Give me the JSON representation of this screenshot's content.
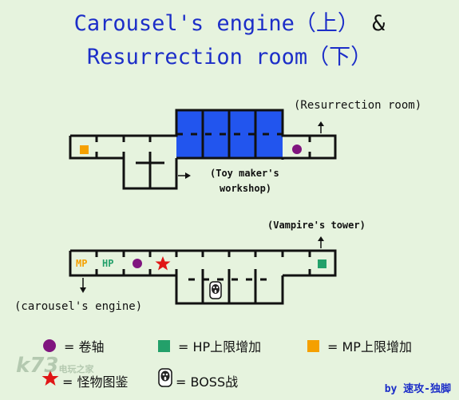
{
  "title": {
    "line1": "Carousel's engine（上）",
    "amp": "&",
    "line2": "Resurrection room（下）"
  },
  "map_top": {
    "label_resurrection": "(Resurrection room)",
    "label_toymaker_1": "(Toy maker's",
    "label_toymaker_2": "workshop)",
    "highlight_color": "#2255ee"
  },
  "map_bottom": {
    "label_vampire": "(Vampire's tower)",
    "label_carousel": "(carousel's engine)",
    "mp_text": "MP",
    "hp_text": "HP"
  },
  "legend": {
    "scroll": "= 卷轴",
    "hp_up": "= HP上限增加",
    "mp_up": "= MP上限增加",
    "bestiary": "= 怪物图鉴",
    "boss": "= BOSS战"
  },
  "watermark": {
    "brand": "k73",
    "sub": "电玩之家"
  },
  "credit": "by 速攻-独脚",
  "colors": {
    "title": "#1c2ec8",
    "scroll": "#80157f",
    "hp": "#23a06a",
    "mp": "#f5a000",
    "star": "#e01616"
  }
}
